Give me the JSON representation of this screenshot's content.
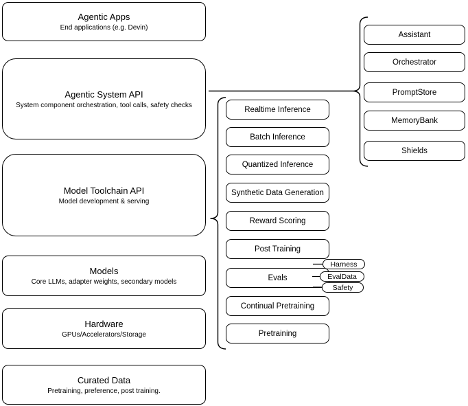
{
  "diagram": {
    "background": "#ffffff",
    "stroke_color": "#000000",
    "text_color": "#000000",
    "left_stack": [
      {
        "title": "Agentic Apps",
        "subtitle": "End applications (e.g. Devin)"
      },
      {
        "title": "Agentic System API",
        "subtitle": "System component orchestration, tool calls, safety checks"
      },
      {
        "title": "Model Toolchain API",
        "subtitle": "Model development & serving"
      },
      {
        "title": "Models",
        "subtitle": "Core LLMs, adapter weights, secondary models"
      },
      {
        "title": "Hardware",
        "subtitle": "GPUs/Accelerators/Storage"
      },
      {
        "title": "Curated Data",
        "subtitle": "Pretraining, preference, post training."
      }
    ],
    "toolchain_components": [
      "Realtime Inference",
      "Batch Inference",
      "Quantized Inference",
      "Synthetic Data Generation",
      "Reward Scoring",
      "Post Training",
      "Evals",
      "Continual Pretraining",
      "Pretraining"
    ],
    "eval_pills": [
      "Harness",
      "EvalData",
      "Safety"
    ],
    "system_components": [
      "Assistant",
      "Orchestrator",
      "PromptStore",
      "MemoryBank",
      "Shields"
    ]
  }
}
